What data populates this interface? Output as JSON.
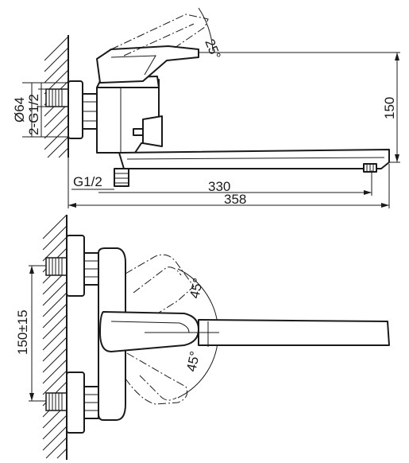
{
  "top_view": {
    "handle_angle": "25°",
    "diameter": "Ø64",
    "inlet_thread": "2-G1/2",
    "height": "150",
    "outlet_thread": "G1/2",
    "spout_length": "330",
    "overall_length": "358"
  },
  "front_view": {
    "center_distance": "150±15",
    "angle_upper": "45°",
    "angle_lower": "45°"
  }
}
